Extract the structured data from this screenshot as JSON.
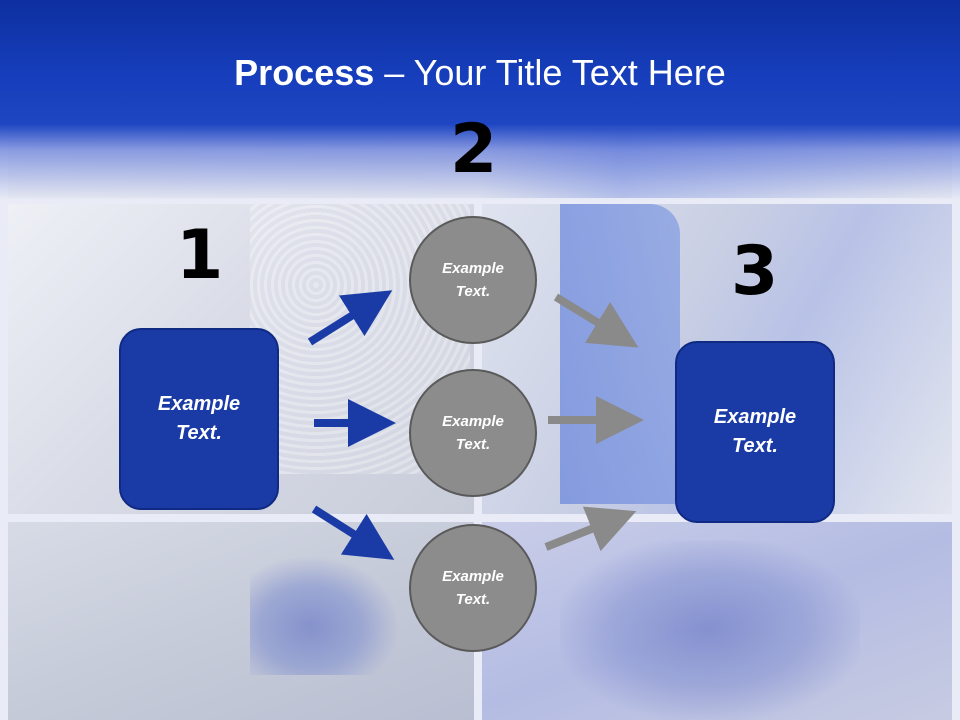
{
  "title": {
    "bold": "Process",
    "rest": " – Your Title Text Here"
  },
  "steps": {
    "one": "1",
    "two": "2",
    "three": "3"
  },
  "boxes": {
    "left": {
      "line1": "Example",
      "line2": "Text."
    },
    "right": {
      "line1": "Example",
      "line2": "Text."
    }
  },
  "circles": [
    {
      "line1": "Example",
      "line2": "Text."
    },
    {
      "line1": "Example",
      "line2": "Text."
    },
    {
      "line1": "Example",
      "line2": "Text."
    }
  ],
  "colors": {
    "header_blue": "#173fbd",
    "box_blue": "#1a3ba6",
    "circle_gray": "#8c8c8c",
    "arrow_blue": "#1a3ba6",
    "arrow_gray": "#8a8a8a"
  }
}
